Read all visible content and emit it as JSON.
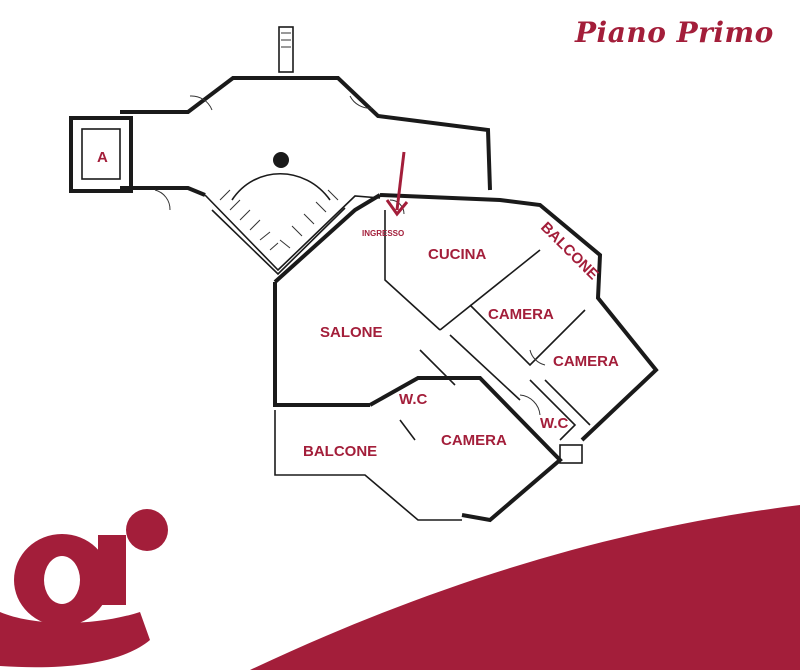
{
  "title": "Piano Primo",
  "rooms": {
    "a": "A",
    "ingresso": "INGRESSO",
    "cucina": "CUCINA",
    "balcone_top": "BALCONE",
    "salone": "SALONE",
    "camera_1": "CAMERA",
    "camera_2": "CAMERA",
    "wc_1": "W.C",
    "wc_2": "W.C",
    "camera_3": "CAMERA",
    "balcone_bottom": "BALCONE"
  },
  "colors": {
    "brand": "#a31e3a",
    "wall": "#1a1a1a",
    "background": "#ffffff"
  },
  "icons": {
    "logo": "letter-g-logo",
    "entrance_arrow": "arrow-down-icon"
  }
}
